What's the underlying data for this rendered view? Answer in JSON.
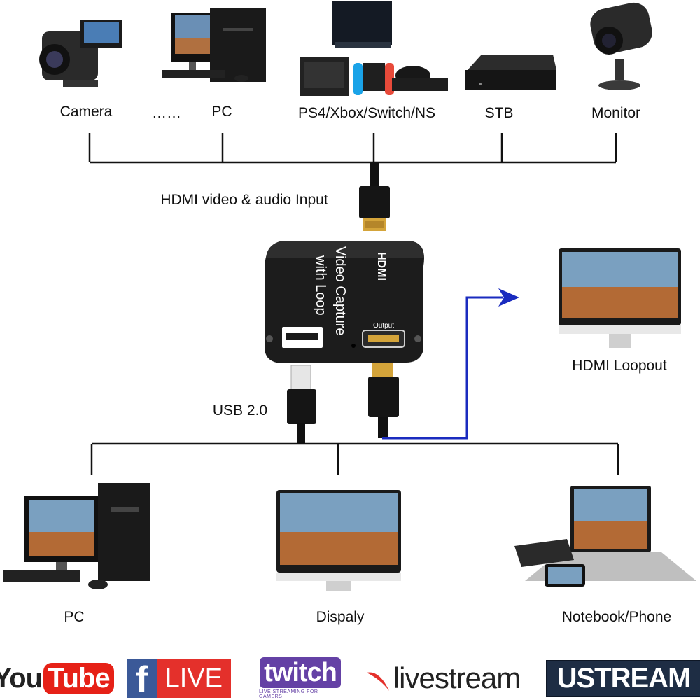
{
  "sources": {
    "camera": "Camera",
    "ellipsis": "……",
    "pc": "PC",
    "consoles": "PS4/Xbox/Switch/NS",
    "stb": "STB",
    "monitor": "Monitor"
  },
  "input_label": "HDMI video & audio Input",
  "device": {
    "brand": "HDMI",
    "line1": "Video Capture",
    "line2": "with Loop",
    "port_label": "Output"
  },
  "loopout_label": "HDMI Loopout",
  "usb_label": "USB 2.0",
  "outputs": {
    "pc": "PC",
    "display": "Dispaly",
    "notebook": "Notebook/Phone"
  },
  "platforms": {
    "youtube_a": "You",
    "youtube_b": "Tube",
    "facebook_f": "f",
    "facebook_live": "LIVE",
    "twitch": "twitch",
    "twitch_sub": "LIVE STREAMING FOR GAMERS",
    "livestream": "livestream",
    "ustream": "USTREAM"
  },
  "colors": {
    "loop_line": "#1a2bbf",
    "youtube_red": "#e62117",
    "facebook_blue": "#3b5998",
    "twitch_purple": "#6441a5",
    "ustream_navy": "#1e2d44"
  },
  "icons": [
    "video-camera-icon",
    "desktop-pc-icon",
    "game-console-icon",
    "set-top-box-icon",
    "security-camera-icon",
    "capture-card-icon",
    "hdmi-plug-icon",
    "usb-plug-icon",
    "monitor-icon",
    "laptop-icon",
    "phone-icon",
    "tablet-icon"
  ]
}
